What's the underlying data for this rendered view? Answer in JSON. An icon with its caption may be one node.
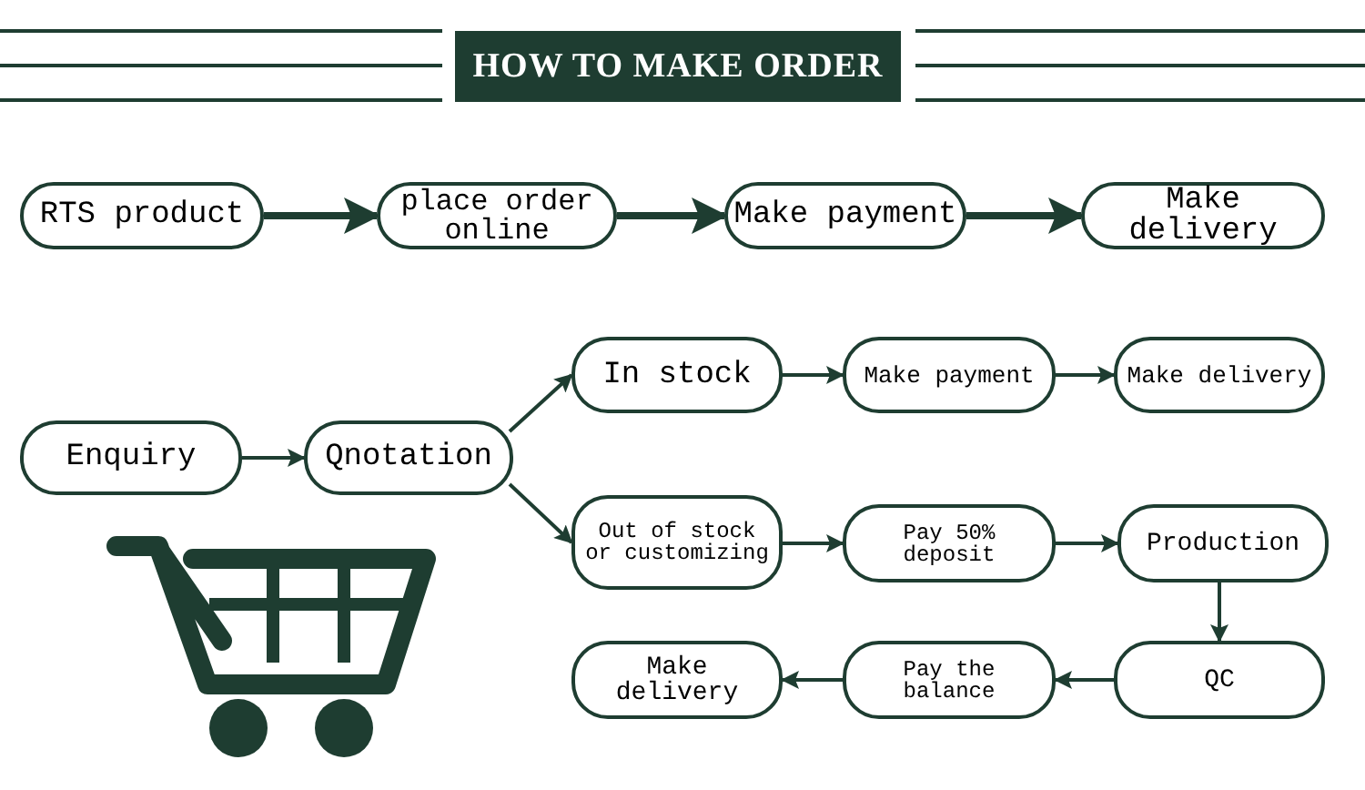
{
  "diagram": {
    "title": "HOW TO MAKE ORDER",
    "nodes": [
      {
        "text": [
          "RTS product"
        ]
      },
      {
        "text": [
          "place order online"
        ]
      },
      {
        "text": [
          "Make payment"
        ]
      },
      {
        "text": [
          "Make delivery"
        ]
      },
      {
        "text": [
          "Enquiry"
        ]
      },
      {
        "text": [
          "Qnotation"
        ]
      },
      {
        "text": [
          "In stock"
        ]
      },
      {
        "text": [
          "Make payment"
        ]
      },
      {
        "text": [
          "Make delivery"
        ]
      },
      {
        "text": [
          "Out of stock or customizing"
        ]
      },
      {
        "text": [
          "Pay 50% deposit"
        ]
      },
      {
        "text": [
          "Production"
        ]
      },
      {
        "text": [
          "QC"
        ]
      },
      {
        "text": [
          "Pay the balance"
        ]
      },
      {
        "text": [
          "Make delivery"
        ]
      }
    ],
    "edges": [
      {
        "from": 0,
        "to": 1,
        "arrow": "to",
        "style": "thick"
      },
      {
        "from": 1,
        "to": 2,
        "arrow": "to",
        "style": "thick"
      },
      {
        "from": 2,
        "to": 3,
        "arrow": "to",
        "style": "thick"
      },
      {
        "from": 4,
        "to": 5,
        "arrow": "to"
      },
      {
        "from": 5,
        "to": 6,
        "arrow": "to"
      },
      {
        "from": 6,
        "to": 7,
        "arrow": "to"
      },
      {
        "from": 7,
        "to": 8,
        "arrow": "to"
      },
      {
        "from": 5,
        "to": 9,
        "arrow": "to"
      },
      {
        "from": 9,
        "to": 10,
        "arrow": "to"
      },
      {
        "from": 10,
        "to": 11,
        "arrow": "to"
      },
      {
        "from": 11,
        "to": 12,
        "arrow": "to"
      },
      {
        "from": 12,
        "to": 13,
        "arrow": "to"
      },
      {
        "from": 13,
        "to": 14,
        "arrow": "to"
      }
    ]
  }
}
